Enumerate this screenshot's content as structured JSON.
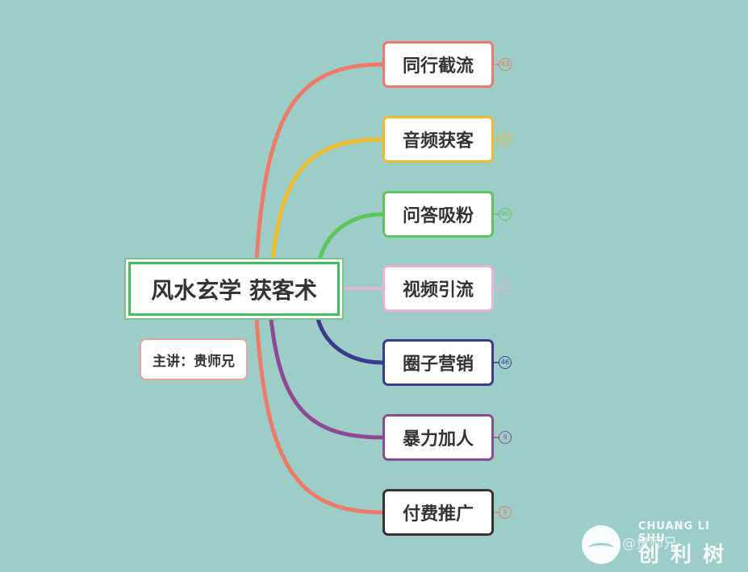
{
  "mindmap": {
    "root": "风水玄学 获客术",
    "presenter": "主讲：贵师兄",
    "branches": [
      {
        "label": "同行截流",
        "count": "83",
        "color": "#ee7a6a"
      },
      {
        "label": "音频获客",
        "count": "63",
        "color": "#f0bb2c"
      },
      {
        "label": "问答吸粉",
        "count": "90",
        "color": "#5cc65c"
      },
      {
        "label": "视频引流",
        "count": "10",
        "color": "#e9b2d4"
      },
      {
        "label": "圈子营销",
        "count": "46",
        "color": "#3a3a8f"
      },
      {
        "label": "暴力加人",
        "count": "9",
        "color": "#8d4a92"
      },
      {
        "label": "付费推广",
        "count": "6",
        "color": "#ee7a6a"
      }
    ]
  },
  "branch_border_colors": [
    "#ee7a6a",
    "#f0bb2c",
    "#5cc65c",
    "#e9b2d4",
    "#3a3a8f",
    "#8d4a92",
    "#333333"
  ],
  "watermark": {
    "latin": "CHUANG LI SHU",
    "handle": "@贵师兄",
    "chinese": "创利树"
  }
}
